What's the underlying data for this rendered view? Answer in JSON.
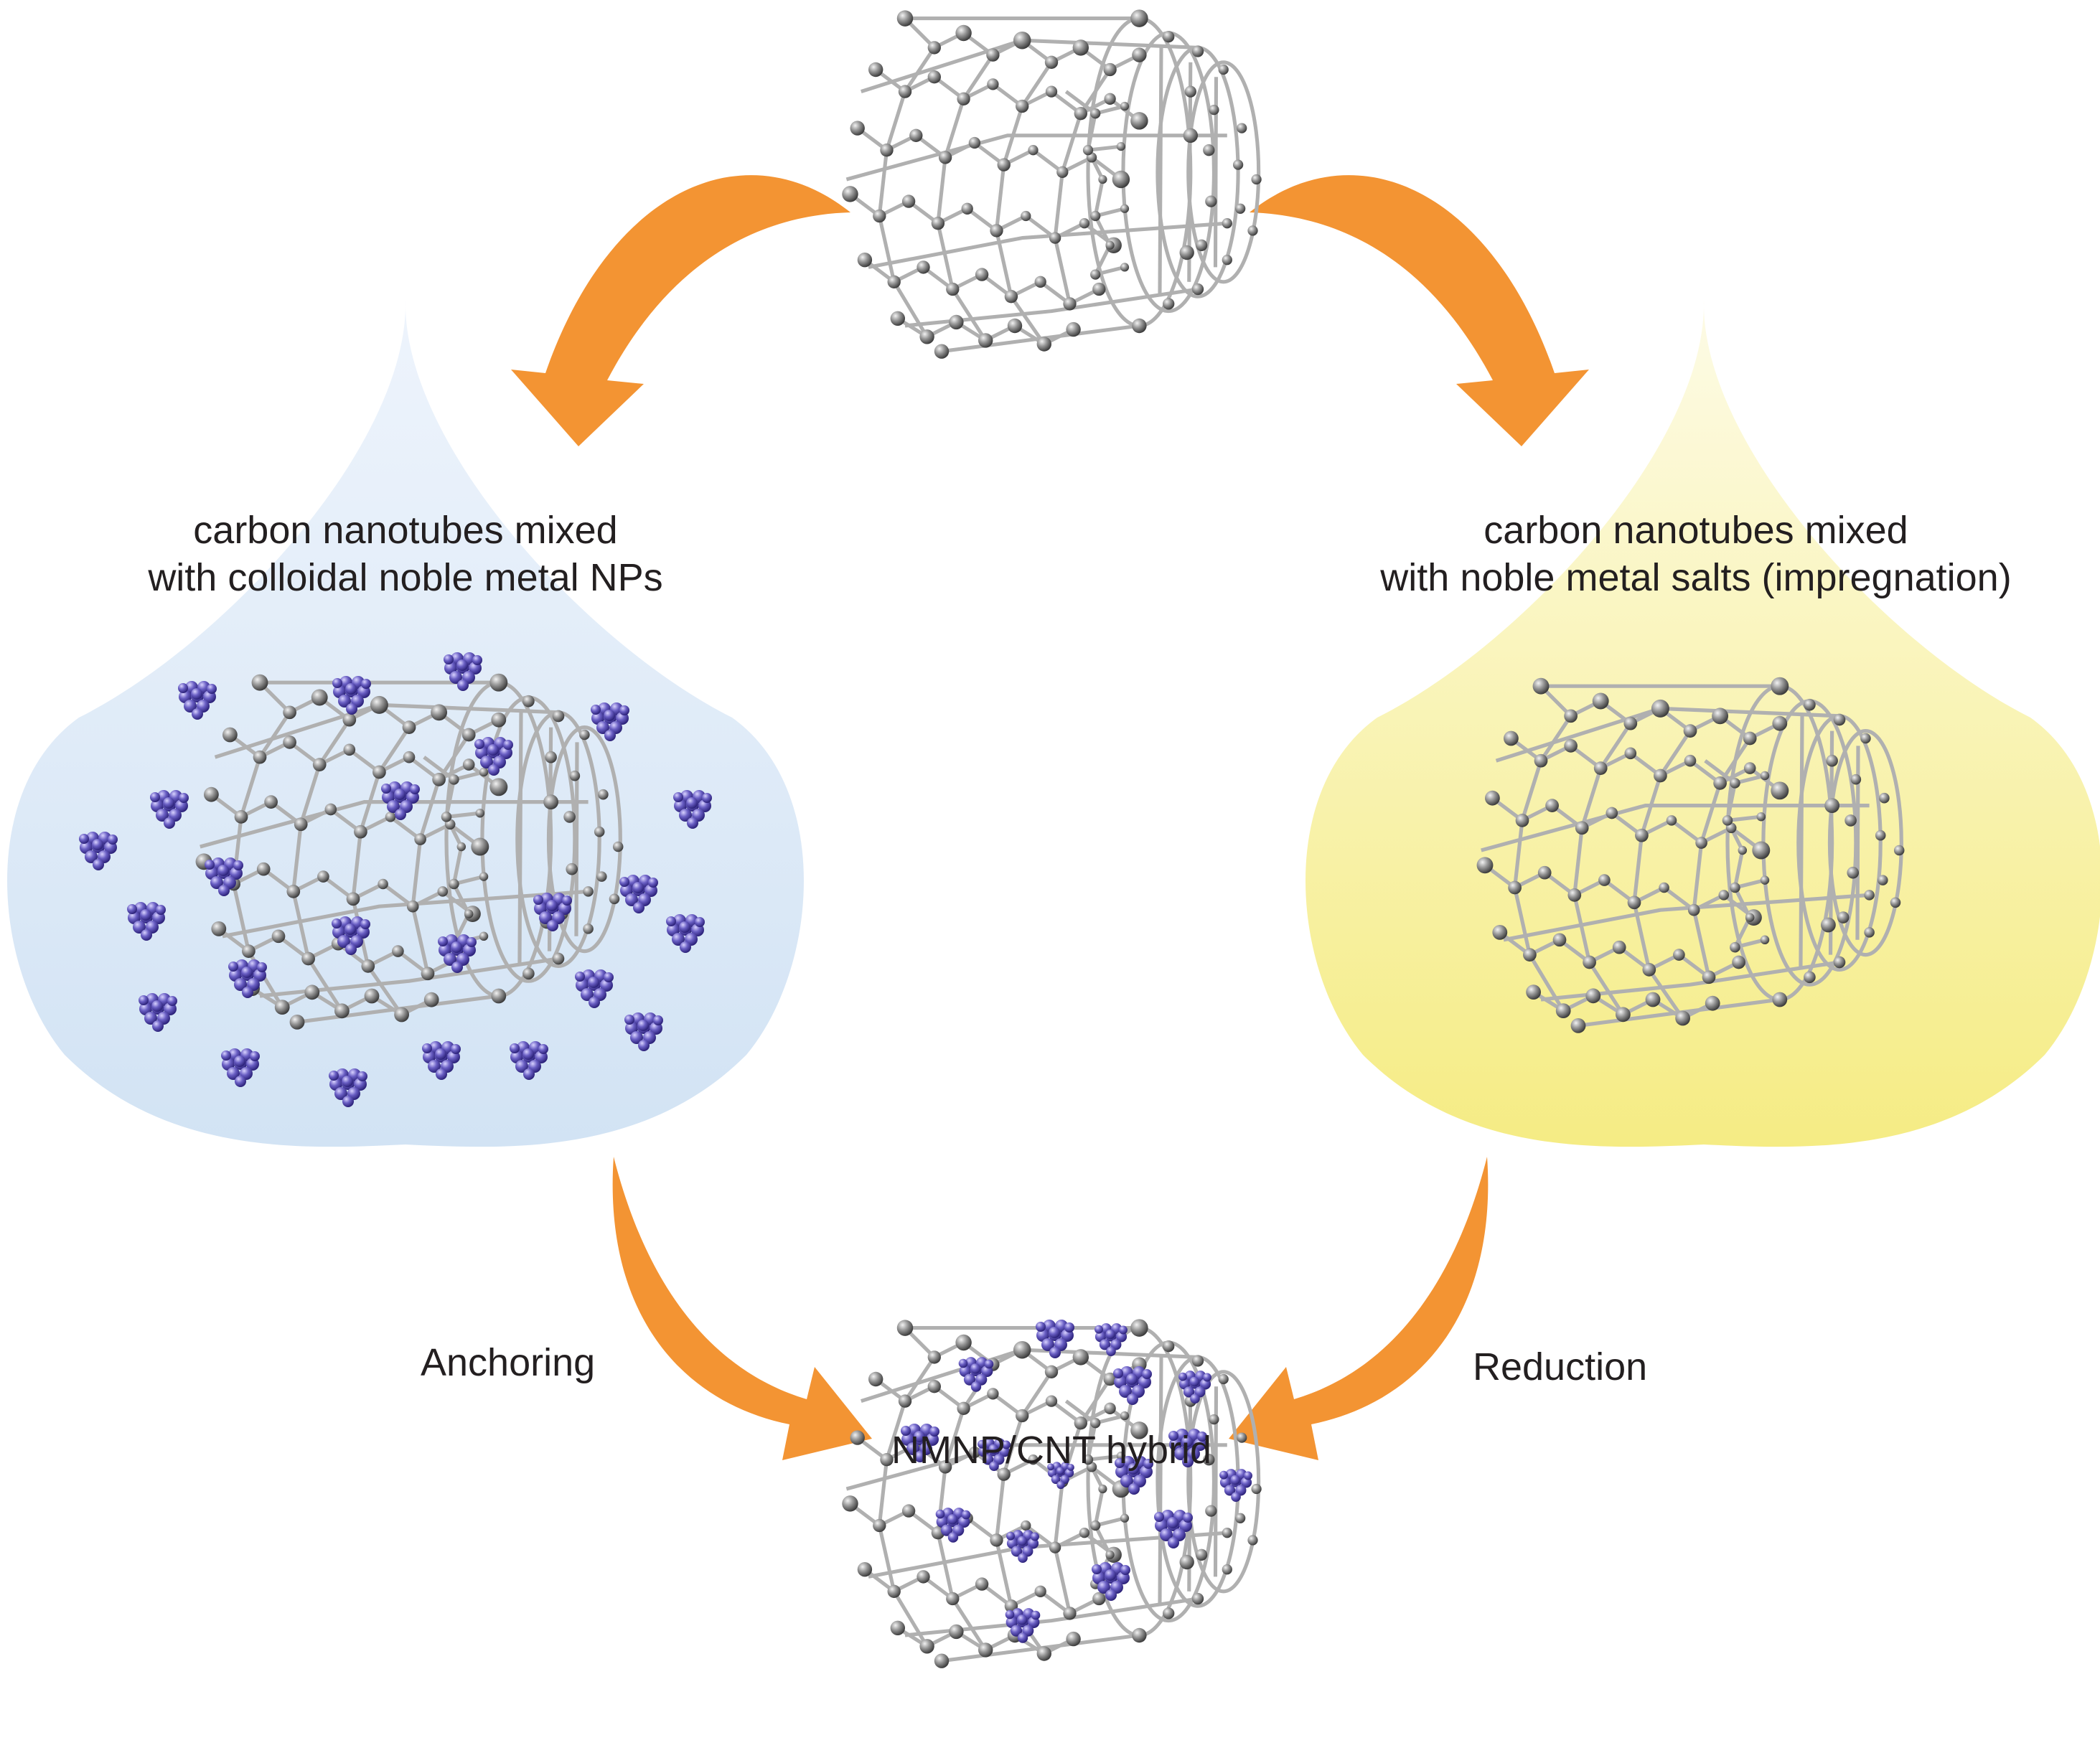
{
  "labels": {
    "colloidal_line1": "carbon nanotubes mixed",
    "colloidal_line2": "with colloidal noble metal NPs",
    "salts_line1": "carbon nanotubes mixed",
    "salts_line2": "with noble metal salts (impregnation)",
    "anchoring": "Anchoring",
    "reduction": "Reduction",
    "hybrid": "NMNP/CNT hybrid"
  },
  "colors": {
    "arrow": "#f39433",
    "left_drop_top": "#eef4fc",
    "left_drop_bottom": "#d2e3f4",
    "right_drop_top": "#fdfbe6",
    "right_drop_bottom": "#f5ec84",
    "atom": "#8c8c8c",
    "bond": "#b4b4b4",
    "nanoparticle": "#5a4fa8"
  },
  "icons": {
    "nanotube": "carbon-nanotube-icon",
    "nanoparticle": "metal-nanoparticle-cluster-icon"
  }
}
